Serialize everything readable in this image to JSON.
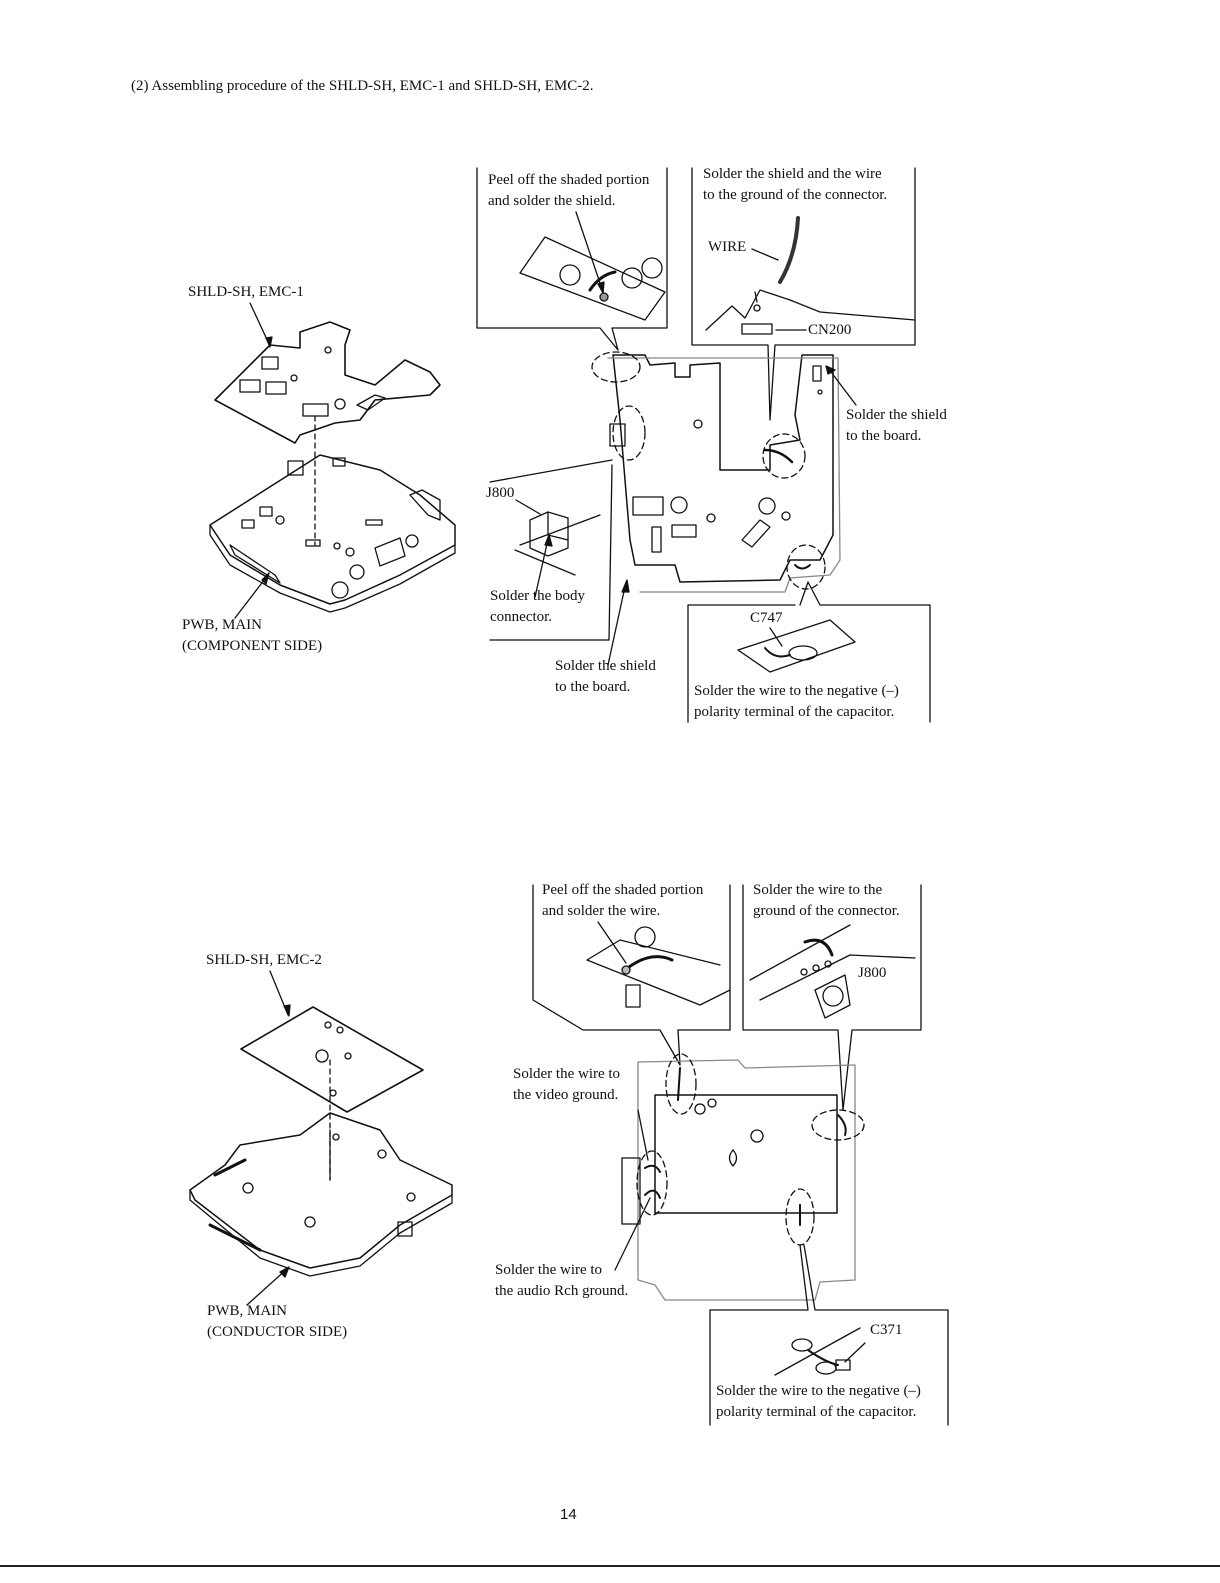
{
  "heading": "(2) Assembling procedure of the SHLD-SH, EMC-1 and SHLD-SH, EMC-2.",
  "page_number": "14",
  "figure1": {
    "shield_label": "SHLD-SH, EMC-1",
    "pwb_label": "PWB, MAIN\n(COMPONENT SIDE)",
    "callout_peel": "Peel off the shaded portion\nand solder the shield.",
    "callout_solder_wire": "Solder the shield and the wire\nto the ground of the connector.",
    "wire_label": "WIRE",
    "cn200_label": "CN200",
    "shield_board_right": "Solder the shield\nto the board.",
    "j800_label": "J800",
    "body_connector": "Solder the body\nconnector.",
    "shield_board_bottom": "Solder the shield\nto the board.",
    "c747_label": "C747",
    "capacitor_note": "Solder the wire to the negative (–)\npolarity terminal of the capacitor."
  },
  "figure2": {
    "shield_label": "SHLD-SH, EMC-2",
    "pwb_label": "PWB, MAIN\n(CONDUCTOR SIDE)",
    "callout_peel": "Peel off the shaded portion\nand solder the wire.",
    "callout_ground": "Solder the wire to the\nground of the connector.",
    "j800_label": "J800",
    "video_ground": "Solder the wire to\nthe video ground.",
    "audio_ground": "Solder the wire to\nthe audio Rch ground.",
    "c371_label": "C371",
    "capacitor_note": "Solder the wire to the negative (–)\npolarity terminal of the capacitor."
  }
}
